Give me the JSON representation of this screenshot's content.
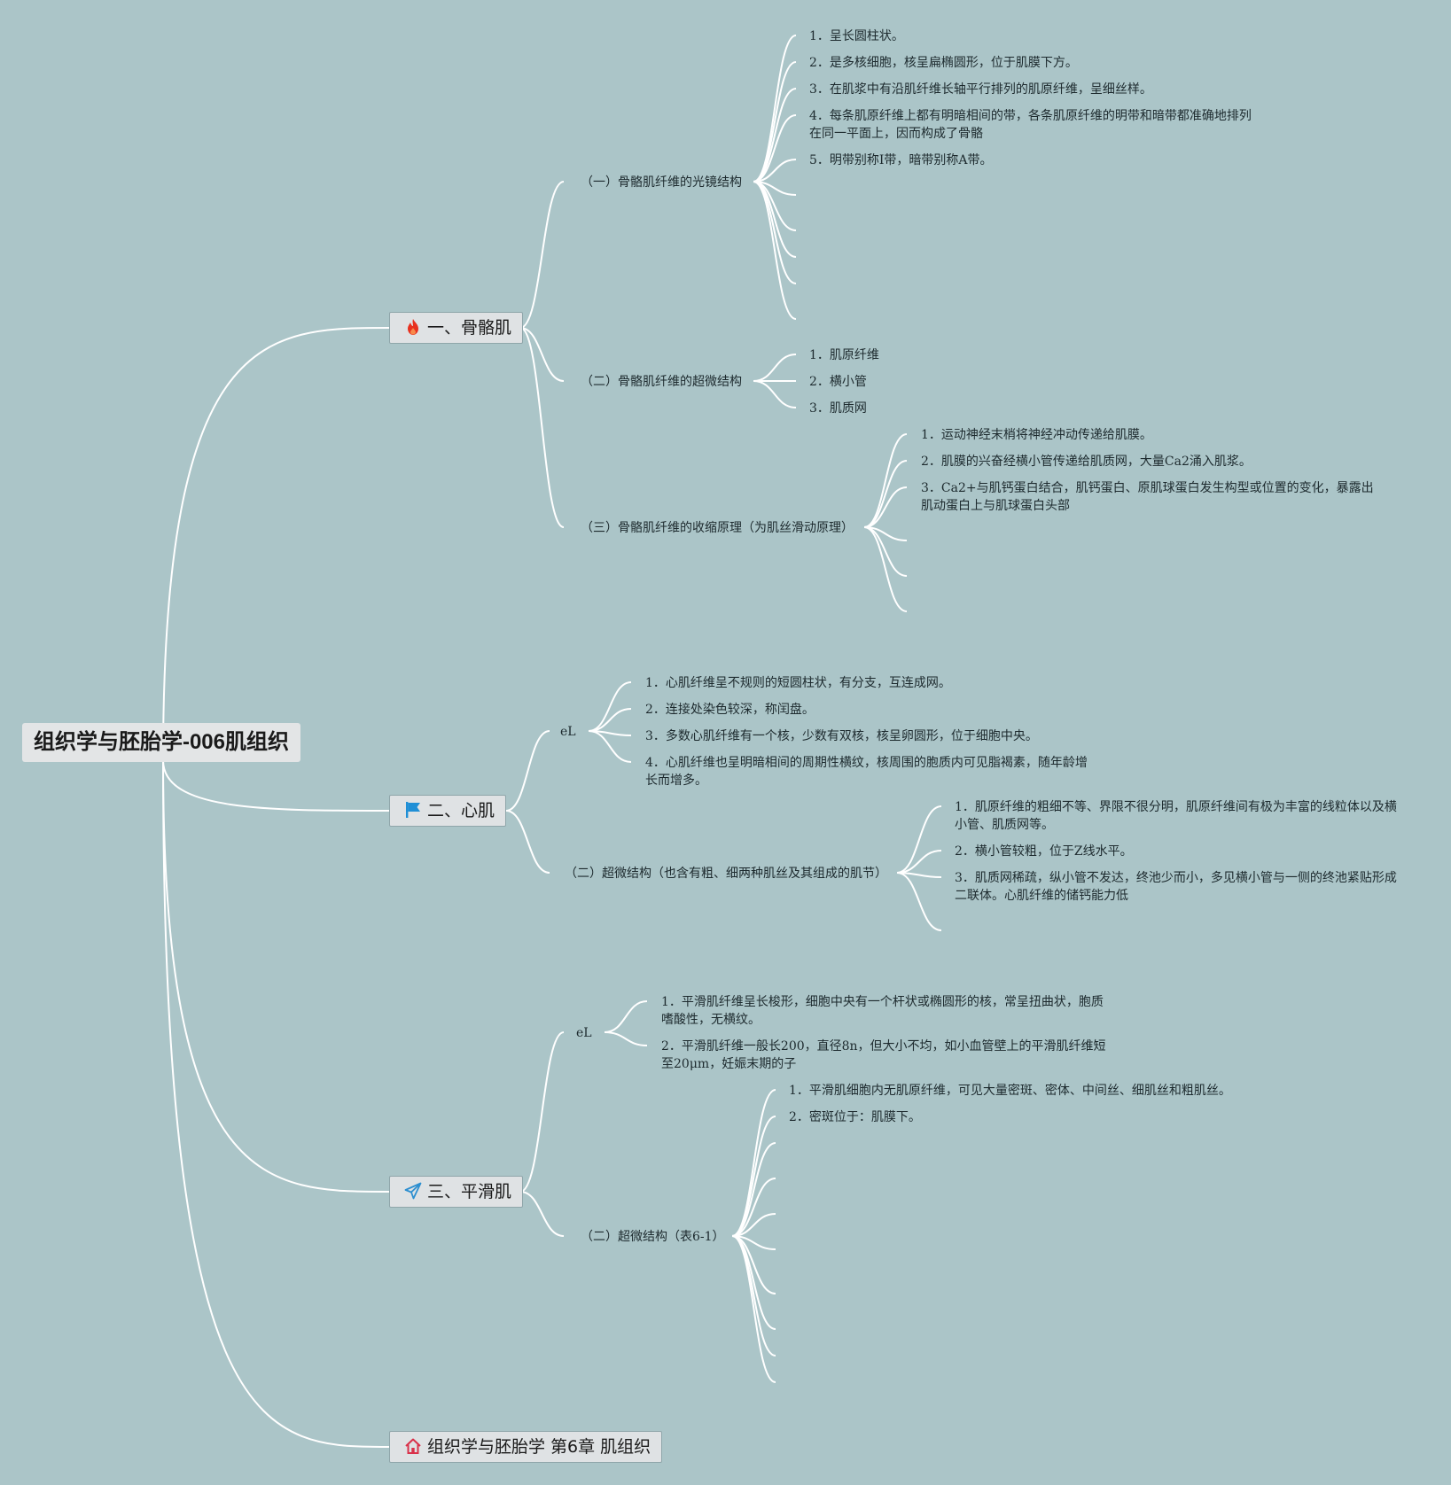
{
  "root": {
    "title": "组织学与胚胎学-006肌组织"
  },
  "branches": {
    "skeletal": {
      "title": "一、骨骼肌",
      "icon": "fire-icon",
      "icon_color": "#e8311f",
      "subs": {
        "light": {
          "title": "（一）骨骼肌纤维的光镜结构",
          "items": [
            "1．呈长圆柱状。",
            "2．是多核细胞，核呈扁椭圆形，位于肌膜下方。",
            "3．在肌浆中有沿肌纤维长轴平行排列的肌原纤维，呈细丝样。",
            "4．每条肌原纤维上都有明暗相间的带，各条肌原纤维的明带和暗带都准确地排列",
            "在同一平面上，因而构成了骨骼",
            "5．明带别称I带，暗带别称A带。"
          ]
        },
        "ultra": {
          "title": "（二）骨骼肌纤维的超微结构",
          "items": [
            "1．肌原纤维",
            "2．横小管",
            "3．肌质网"
          ]
        },
        "contract": {
          "title": "（三）骨骼肌纤维的收缩原理（为肌丝滑动原理）",
          "items": [
            "1．运动神经末梢将神经冲动传递给肌膜。",
            "2．肌膜的兴奋经横小管传递给肌质网，大量Ca2涌入肌浆。",
            "3．Ca2+与肌钙蛋白结合，肌钙蛋白、原肌球蛋白发生构型或位置的变化，暴露出",
            "肌动蛋白上与肌球蛋白头部"
          ]
        }
      }
    },
    "cardiac": {
      "title": "二、心肌",
      "icon": "flag-icon",
      "icon_color": "#1f8fd6",
      "subs": {
        "el": {
          "title": "eL",
          "items": [
            "1．心肌纤维呈不规则的短圆柱状，有分支，互连成网。",
            "2．连接处染色较深，称闰盘。",
            "3．多数心肌纤维有一个核，少数有双核，核呈卵圆形，位于细胞中央。",
            "4．心肌纤维也呈明暗相间的周期性横纹，核周围的胞质内可见脂褐素，随年龄增",
            "长而增多。"
          ]
        },
        "ultra": {
          "title": "（二）超微结构（也含有粗、细两种肌丝及其组成的肌节）",
          "items": [
            "1．肌原纤维的粗细不等、界限不很分明，肌原纤维间有极为丰富的线粒体以及横",
            "小管、肌质网等。",
            "2．横小管较粗，位于Z线水平。",
            "3．肌质网稀疏，纵小管不发达，终池少而小，多见横小管与一侧的终池紧贴形成",
            "二联体。心肌纤维的储钙能力低"
          ]
        }
      }
    },
    "smooth": {
      "title": "三、平滑肌",
      "icon": "paper-plane-icon",
      "icon_color": "#2d8fd0",
      "subs": {
        "el": {
          "title": "eL",
          "items": [
            "1．平滑肌纤维呈长梭形，细胞中央有一个杆状或椭圆形的核，常呈扭曲状，胞质",
            "嗜酸性，无横纹。",
            "2．平滑肌纤维一般长200，直径8n，但大小不均，如小血管壁上的平滑肌纤维短",
            "至20μm，妊娠末期的子"
          ]
        },
        "ultra": {
          "title": "（二）超微结构（表6-1）",
          "items": [
            "1．平滑肌细胞内无肌原纤维，可见大量密斑、密体、中间丝、细肌丝和粗肌丝。",
            "2．密斑位于：肌膜下。"
          ]
        }
      }
    },
    "chapter": {
      "title": "组织学与胚胎学 第6章 肌组织",
      "icon": "home-icon",
      "icon_color": "#d9314a"
    }
  },
  "colors": {
    "background": "#abc5c8",
    "lines": "#ffffff"
  }
}
